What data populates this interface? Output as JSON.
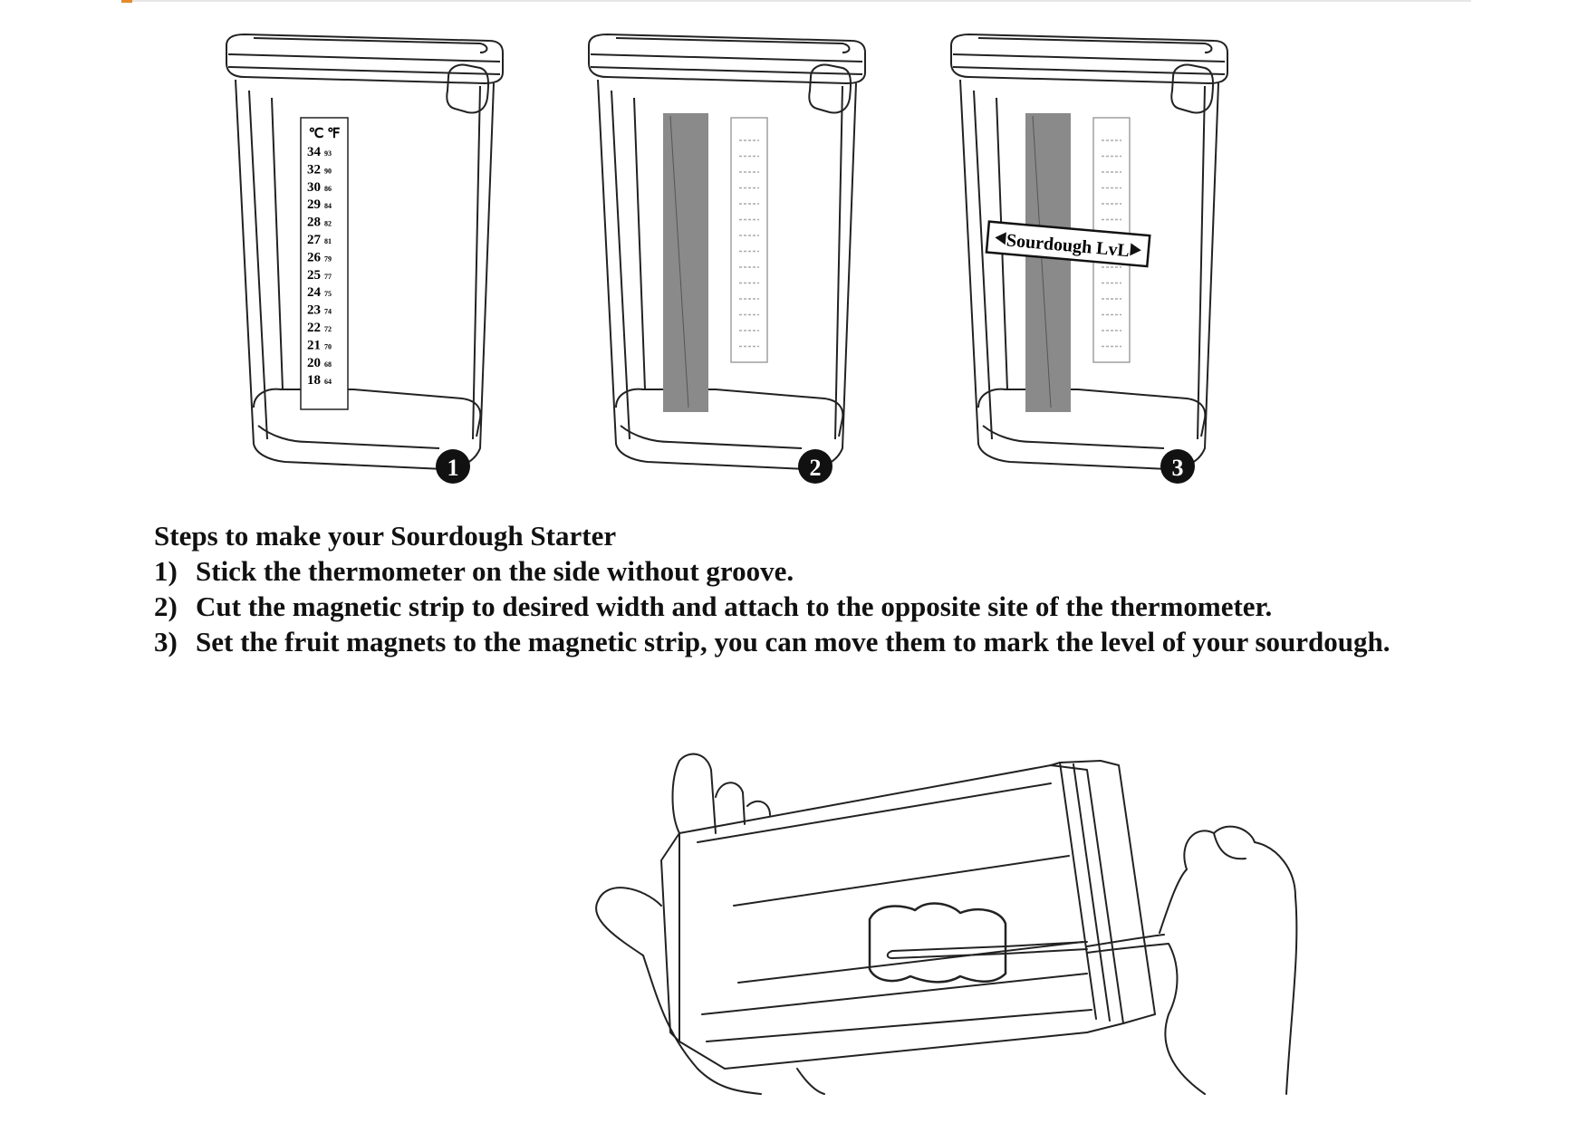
{
  "colors": {
    "accent": "#e58a2a",
    "ink": "#111111",
    "strip": "#8a8a8a"
  },
  "figure_top": {
    "jars": [
      {
        "step_label": "1",
        "thermometer": {
          "header": "℃ ℉",
          "rows": [
            {
              "c": "34",
              "f": "93"
            },
            {
              "c": "32",
              "f": "90"
            },
            {
              "c": "30",
              "f": "86"
            },
            {
              "c": "29",
              "f": "84"
            },
            {
              "c": "28",
              "f": "82"
            },
            {
              "c": "27",
              "f": "81"
            },
            {
              "c": "26",
              "f": "79"
            },
            {
              "c": "25",
              "f": "77"
            },
            {
              "c": "24",
              "f": "75"
            },
            {
              "c": "23",
              "f": "74"
            },
            {
              "c": "22",
              "f": "72"
            },
            {
              "c": "21",
              "f": "70"
            },
            {
              "c": "20",
              "f": "68"
            },
            {
              "c": "18",
              "f": "64"
            }
          ]
        }
      },
      {
        "step_label": "2"
      },
      {
        "step_label": "3",
        "magnet_label": "Sourdough LvL"
      }
    ]
  },
  "instructions": {
    "title": "Steps to make your Sourdough Starter",
    "steps": [
      {
        "num": "1)",
        "text": "Stick the thermometer on the side without groove."
      },
      {
        "num": "2)",
        "text": "Cut the magnetic strip to desired width and attach to the opposite site of the thermometer."
      },
      {
        "num": "3)",
        "text": "Set the fruit magnets to the magnetic strip, you can move them to mark the level of your sourdough."
      }
    ]
  }
}
